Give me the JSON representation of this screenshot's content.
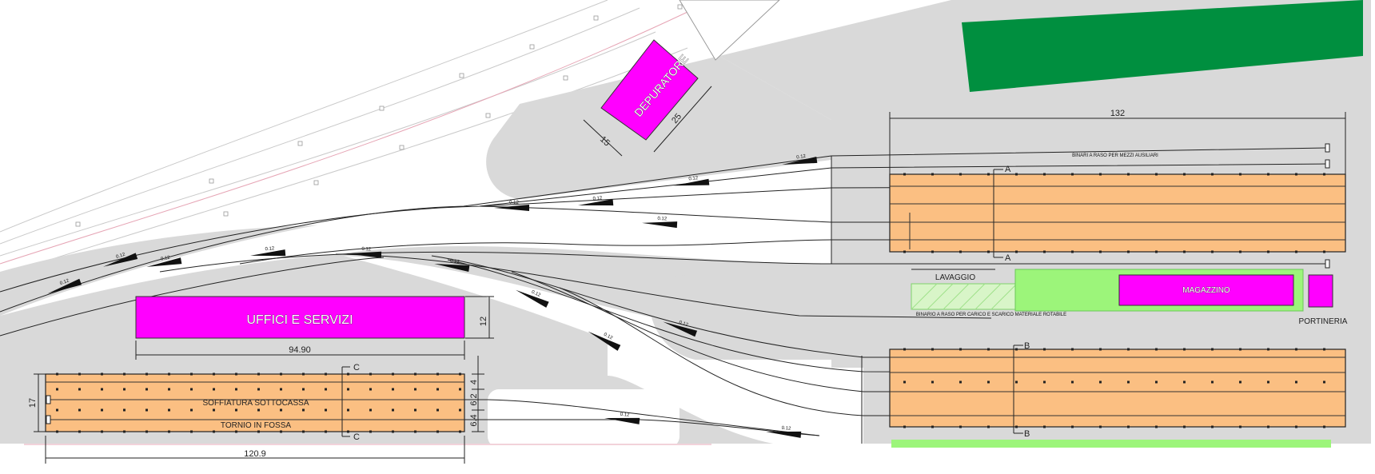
{
  "plan": {
    "buildings": {
      "depuratore": "DEPURATORE",
      "uffici": "UFFICI E SERVIZI",
      "magazzino": "MAGAZZINO",
      "portineria": "PORTINERIA",
      "lavaggio": "LAVAGGIO",
      "soffiatura": "SOFFIATURA SOTTOCASSA",
      "tornio": "TORNIO IN FOSSA"
    },
    "notes": {
      "binari_ausiliari": "BINARI A RASO PER MEZZI AUSILIARI",
      "binario_carico": "BINARIO A RASO PER CARICO E SCARICO MATERIALE ROTABILE"
    },
    "dimensions": {
      "depuratore_w": "15",
      "depuratore_l": "25",
      "upper_length": "132",
      "uffici_length": "94.90",
      "uffici_height": "12",
      "lower_left_length": "120.9",
      "lower_left_height": "17",
      "row_a": "4",
      "row_b": "6.2",
      "row_c": "6.4"
    },
    "sections": {
      "a": "A",
      "b": "B",
      "c": "C"
    },
    "switch_tag": "0.12",
    "colors": {
      "pavement": "#d9d9d9",
      "building": "#ff00ff",
      "shed": "#fbbf82",
      "green_area": "#9cf57a",
      "grass": "#008f3f",
      "track": "#222222"
    }
  }
}
